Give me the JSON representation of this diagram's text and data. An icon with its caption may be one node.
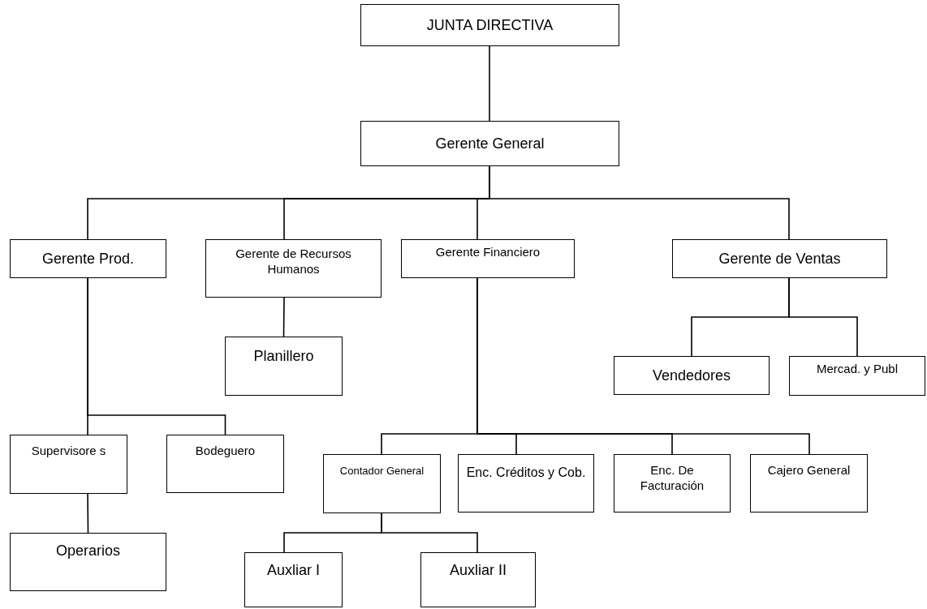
{
  "diagram": {
    "nodes": [
      {
        "text": [
          "JUNTA DIRECTIVA"
        ]
      },
      {
        "text": [
          "Gerente General"
        ]
      },
      {
        "text": [
          "Gerente Prod."
        ]
      },
      {
        "text": [
          "Gerente de Recursos Humanos"
        ]
      },
      {
        "text": [
          "Gerente Financiero"
        ]
      },
      {
        "text": [
          "Gerente de Ventas"
        ]
      },
      {
        "text": [
          "Planillero"
        ]
      },
      {
        "text": [
          "Vendedores"
        ]
      },
      {
        "text": [
          "Mercad. y Publ"
        ]
      },
      {
        "text": [
          "Supervisore s"
        ]
      },
      {
        "text": [
          "Bodeguero"
        ]
      },
      {
        "text": [
          "Contador General"
        ]
      },
      {
        "text": [
          "Enc. Créditos y Cob."
        ]
      },
      {
        "text": [
          "Enc. De Facturación"
        ]
      },
      {
        "text": [
          "Cajero General"
        ]
      },
      {
        "text": [
          "Operarios"
        ]
      },
      {
        "text": [
          "Auxliar I"
        ]
      },
      {
        "text": [
          "Auxliar II"
        ]
      }
    ],
    "edges": [
      {
        "from": 0,
        "to": 1,
        "arrow": "none"
      },
      {
        "from": 1,
        "to": 2,
        "arrow": "none"
      },
      {
        "from": 1,
        "to": 3,
        "arrow": "none"
      },
      {
        "from": 1,
        "to": 4,
        "arrow": "none"
      },
      {
        "from": 1,
        "to": 5,
        "arrow": "none"
      },
      {
        "from": 3,
        "to": 6,
        "arrow": "none"
      },
      {
        "from": 5,
        "to": 7,
        "arrow": "none"
      },
      {
        "from": 5,
        "to": 8,
        "arrow": "none"
      },
      {
        "from": 2,
        "to": 9,
        "arrow": "none"
      },
      {
        "from": 2,
        "to": 10,
        "arrow": "none"
      },
      {
        "from": 4,
        "to": 11,
        "arrow": "none"
      },
      {
        "from": 4,
        "to": 12,
        "arrow": "none"
      },
      {
        "from": 4,
        "to": 13,
        "arrow": "none"
      },
      {
        "from": 4,
        "to": 14,
        "arrow": "none"
      },
      {
        "from": 9,
        "to": 15,
        "arrow": "none"
      },
      {
        "from": 11,
        "to": 16,
        "arrow": "none"
      },
      {
        "from": 11,
        "to": 17,
        "arrow": "none"
      }
    ]
  }
}
